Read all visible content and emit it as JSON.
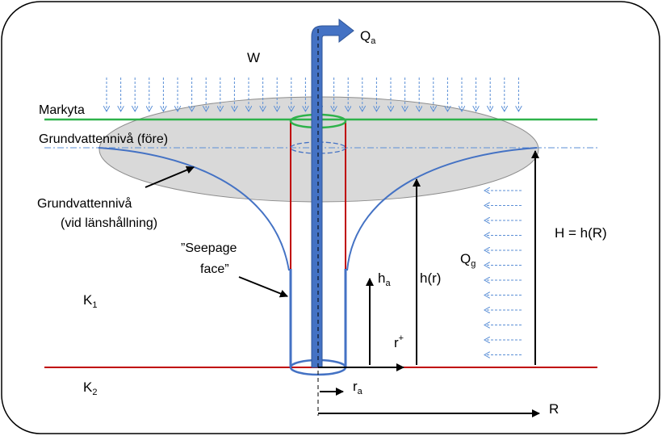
{
  "diagram": {
    "labels": {
      "W": "W",
      "Qa_main": "Q",
      "Qa_sub": "a",
      "markyta": "Markyta",
      "gv_fore": "Grundvattennivå (före)",
      "gv_vid_line1": "Grundvattennivå",
      "gv_vid_line2": "(vid länshållning)",
      "seepage_line1": "”Seepage",
      "seepage_line2": "face”",
      "K1_main": "K",
      "K1_sub": "1",
      "K2_main": "K",
      "K2_sub": "2",
      "ha_main": "h",
      "ha_sub": "a",
      "hr": "h(r)",
      "rplus_main": "r",
      "rplus_sup": "+",
      "ra_main": "r",
      "ra_sub": "a",
      "R": "R",
      "Qg_main": "Q",
      "Qg_sub": "g",
      "H": "H = h(R)"
    },
    "colors": {
      "frame": "#000000",
      "ground_surface": "#2eb24a",
      "bedrock_line": "#c00000",
      "well_pipe": "#4472c4",
      "drawdown_curve": "#4472c4",
      "rain_arrows": "#5b8fd6",
      "cone_fill": "#d9d9d9",
      "well_walls": "#c00000"
    }
  }
}
